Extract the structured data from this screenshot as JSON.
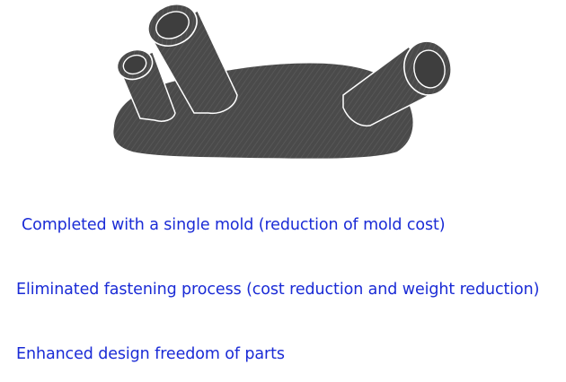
{
  "colors": {
    "benefit_text": "#1a2bd6",
    "part_fill": "#4d4d4d",
    "part_outline": "#ffffff"
  },
  "illustration": {
    "icon": "molded-part-with-pipes-icon"
  },
  "benefits": [
    {
      "text": "Completed with a single mold (reduction of mold cost)"
    },
    {
      "text": "Eliminated fastening process (cost reduction and weight reduction)"
    },
    {
      "text": "Enhanced design freedom of parts"
    }
  ]
}
